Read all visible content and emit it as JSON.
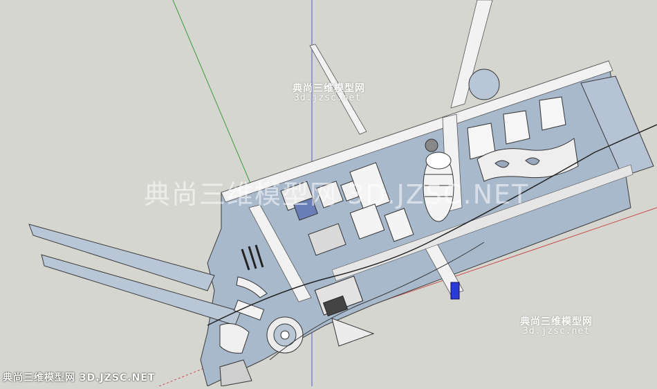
{
  "viewport": {
    "background_color": "#d6d6d0",
    "model_fill_color": "#a9b9cc",
    "road_color": "#f2f2f2",
    "axis_green": "#3a9a3a",
    "axis_red": "#c84a4a",
    "axis_blue": "#5a5ad0",
    "selected_object_color": "#2b3bd6"
  },
  "watermarks": {
    "top_line1": "典尚三维模型网",
    "top_line2": "3d.jzsc.net",
    "center_big": "典尚三维模型网 3D.JZSC.NET",
    "right_line1": "典尚三维模型网",
    "right_line2": "3d.jzsc.net",
    "bottom_left": "典尚三维模型网 3D.JZSC.NET"
  }
}
